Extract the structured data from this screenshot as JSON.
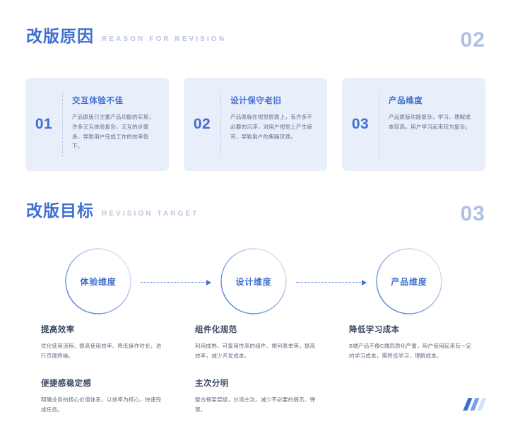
{
  "slide": {
    "background_color": "#ffffff",
    "accent_color": "#3f6fd0",
    "card_bg_color": "#e9eefb",
    "muted_color": "#aec0e4"
  },
  "sections": [
    {
      "title_cn": "改版原因",
      "title_en": "REASON FOR REVISION",
      "page_number": "02"
    },
    {
      "title_cn": "改版目标",
      "title_en": "REVISION TARGET",
      "page_number": "03"
    }
  ],
  "reason_cards": [
    {
      "number": "01",
      "title": "交互体验不佳",
      "text": "产品原版只注重产品功能的实现，许多交互体验复杂，交互的步骤多，导致用户完成工作的效率低下。"
    },
    {
      "number": "02",
      "title": "设计保守老旧",
      "text": "产品原版在视觉层面上，有许多不必要的沉浮，对用户视觉上产生疲劳，导致用户的焦躁厌烦。"
    },
    {
      "number": "03",
      "title": "产品维度",
      "text": "产品原版功能复杂，学习、理解成本较高，用户学习起来较为复杂。"
    }
  ],
  "flow_nodes": [
    {
      "label": "体验维度"
    },
    {
      "label": "设计维度"
    },
    {
      "label": "产品维度"
    }
  ],
  "goal_columns": [
    {
      "blocks": [
        {
          "title": "提高效率",
          "text": "优化使用流程、提高使用效率、降低操作时长，进行页面降噪。"
        },
        {
          "title": "便捷感稳定感",
          "text": "明确业务的核心价值体系，以效率为核心，快速完成任务。"
        }
      ]
    },
    {
      "blocks": [
        {
          "title": "组件化规范",
          "text": "利用成熟、可复用性高的组件、排列表单等，提高效率，减少开发成本。"
        },
        {
          "title": "主次分明",
          "text": "整合框架层级，分清主次。减少不必要的提示、弹窗。"
        }
      ]
    },
    {
      "blocks": [
        {
          "title": "降低学习成本",
          "text": "B端产品不像C端同质化严重，用户使用起来有一定的学习成本，需降低学习、理解成本。"
        }
      ]
    }
  ],
  "decoration": {
    "corner_slashes": [
      "#3f6fd0",
      "#7e9fe2",
      "#d3e0f7"
    ]
  }
}
